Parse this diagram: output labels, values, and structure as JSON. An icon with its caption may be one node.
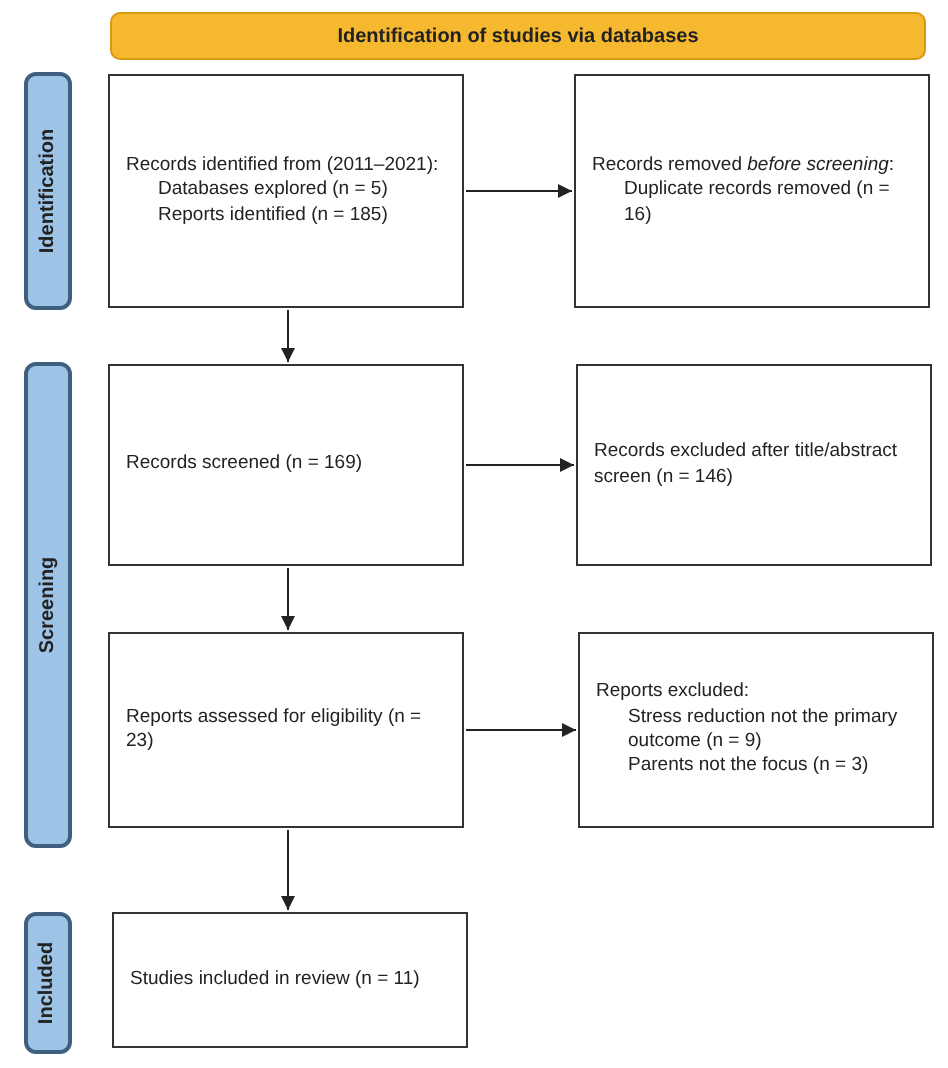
{
  "diagram": {
    "nodes": [
      {
        "text": [
          "Identification of studies via databases"
        ]
      },
      {
        "text": [
          "Identification"
        ]
      },
      {
        "text": [
          "Screening"
        ]
      },
      {
        "text": [
          "Included"
        ]
      },
      {
        "text": [
          "Records identified from (2011–2021):",
          "Databases explored (n = 5)",
          "Reports identified (n = 185)"
        ]
      },
      {
        "text": [
          "Records removed *before screening*:",
          "Duplicate records removed (n = 16)"
        ]
      },
      {
        "text": [
          "Records screened (n = 169)"
        ]
      },
      {
        "text": [
          "Records excluded after title/abstract screen (n = 146)"
        ]
      },
      {
        "text": [
          "Reports assessed for eligibility (n = 23)"
        ]
      },
      {
        "text": [
          "Reports excluded:",
          "Stress reduction not the primary outcome (n = 9)",
          "Parents not the focus (n = 3)"
        ]
      },
      {
        "text": [
          "Studies included in review (n = 11)"
        ]
      }
    ],
    "edges": [
      {
        "from": 4,
        "to": 5,
        "arrow": "to"
      },
      {
        "from": 4,
        "to": 6,
        "arrow": "to"
      },
      {
        "from": 6,
        "to": 7,
        "arrow": "to"
      },
      {
        "from": 6,
        "to": 8,
        "arrow": "to"
      },
      {
        "from": 8,
        "to": 9,
        "arrow": "to"
      },
      {
        "from": 8,
        "to": 10,
        "arrow": "to"
      }
    ]
  }
}
